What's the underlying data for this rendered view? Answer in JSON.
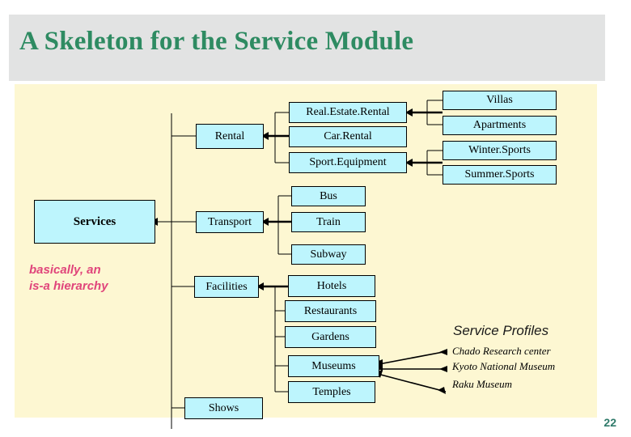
{
  "slide": {
    "title": "A Skeleton for the Service Module",
    "page_number": "22",
    "colors": {
      "title_green": "#2e8b62",
      "banner_gray": "#e2e3e3",
      "panel_cream": "#fdf7d2",
      "node_cyan": "#bdf5fd",
      "note_pink": "#e0457b",
      "page_teal": "#2f7a6a"
    }
  },
  "diagram": {
    "root": {
      "label": "Services"
    },
    "note": "basically, an\nis-a hierarchy",
    "level1": [
      {
        "label": "Rental"
      },
      {
        "label": "Transport"
      },
      {
        "label": "Facilities"
      },
      {
        "label": "Shows"
      }
    ],
    "rental_children": [
      {
        "label": "Real.Estate.Rental"
      },
      {
        "label": "Car.Rental"
      },
      {
        "label": "Sport.Equipment"
      }
    ],
    "realestate_children": [
      {
        "label": "Villas"
      },
      {
        "label": "Apartments"
      }
    ],
    "sportequipment_children": [
      {
        "label": "Winter.Sports"
      },
      {
        "label": "Summer.Sports"
      }
    ],
    "transport_children": [
      {
        "label": "Bus"
      },
      {
        "label": "Train"
      },
      {
        "label": "Subway"
      }
    ],
    "facilities_children": [
      {
        "label": "Hotels"
      },
      {
        "label": "Restaurants"
      },
      {
        "label": "Gardens"
      },
      {
        "label": "Museums"
      },
      {
        "label": "Temples"
      }
    ]
  },
  "profiles": {
    "heading": "Service Profiles",
    "items": [
      {
        "label": "Chado Research center"
      },
      {
        "label": "Kyoto National Museum"
      },
      {
        "label": "Raku Museum"
      }
    ]
  }
}
